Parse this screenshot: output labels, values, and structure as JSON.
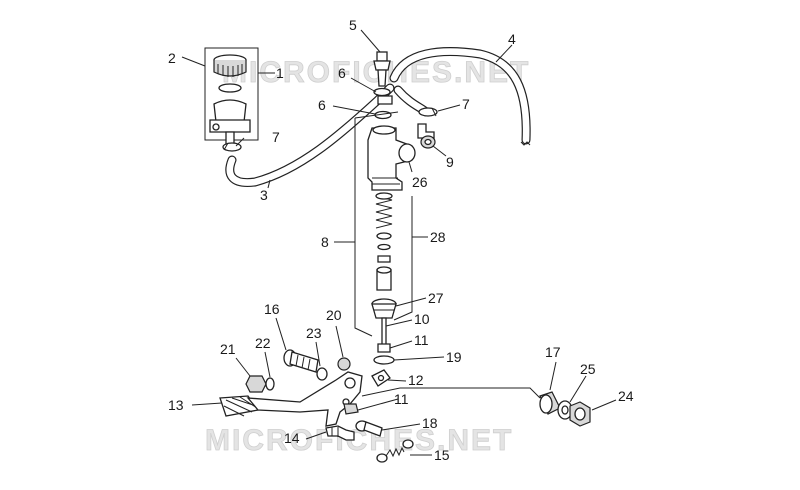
{
  "watermark": "MICROFICHES.NET",
  "callouts": {
    "c1": "1",
    "c2": "2",
    "c3": "3",
    "c4": "4",
    "c5": "5",
    "c6a": "6",
    "c6b": "6",
    "c7a": "7",
    "c7b": "7",
    "c8": "8",
    "c9": "9",
    "c10": "10",
    "c11a": "11",
    "c11b": "11",
    "c12": "12",
    "c13": "13",
    "c14": "14",
    "c15": "15",
    "c16": "16",
    "c17": "17",
    "c18": "18",
    "c19": "19",
    "c20": "20",
    "c21": "21",
    "c22": "22",
    "c23": "23",
    "c24": "24",
    "c25": "25",
    "c26": "26",
    "c27": "27",
    "c28": "28"
  }
}
